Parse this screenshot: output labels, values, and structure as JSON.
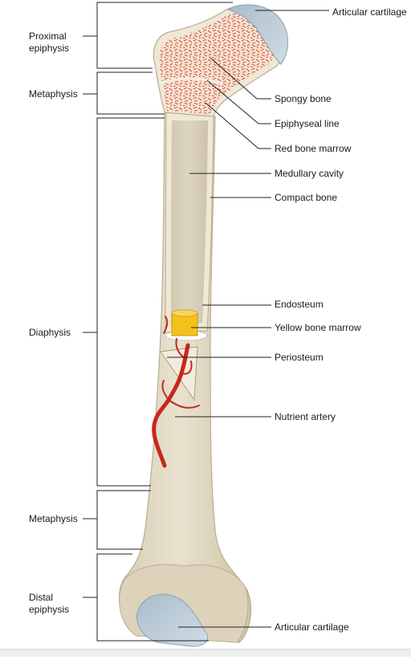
{
  "title": "",
  "regions": [
    {
      "id": "proximal-epiphysis",
      "label": "Proximal\nepiphysis"
    },
    {
      "id": "proximal-metaphysis",
      "label": "Metaphysis"
    },
    {
      "id": "diaphysis",
      "label": "Diaphysis"
    },
    {
      "id": "distal-metaphysis",
      "label": "Metaphysis"
    },
    {
      "id": "distal-epiphysis",
      "label": "Distal\nepiphysis"
    }
  ],
  "structures": [
    {
      "id": "articular-cartilage-top",
      "label": "Articular cartilage"
    },
    {
      "id": "spongy-bone",
      "label": "Spongy bone"
    },
    {
      "id": "epiphyseal-line",
      "label": "Epiphyseal line"
    },
    {
      "id": "red-bone-marrow",
      "label": "Red bone marrow"
    },
    {
      "id": "medullary-cavity",
      "label": "Medullary cavity"
    },
    {
      "id": "compact-bone",
      "label": "Compact bone"
    },
    {
      "id": "endosteum",
      "label": "Endosteum"
    },
    {
      "id": "yellow-bone-marrow",
      "label": "Yellow bone marrow"
    },
    {
      "id": "periosteum",
      "label": "Periosteum"
    },
    {
      "id": "nutrient-artery",
      "label": "Nutrient artery"
    },
    {
      "id": "articular-cartilage-bottom",
      "label": "Articular cartilage"
    }
  ],
  "colors": {
    "bone": "#e4dcc6",
    "bone_shade": "#cfc4a6",
    "cartilage": "#b8cad8",
    "spongy": "#f4d9c4",
    "marrow_red": "#c9301e",
    "artery": "#c7271b",
    "yellow_marrow": "#f2c21a",
    "line": "#222222"
  }
}
